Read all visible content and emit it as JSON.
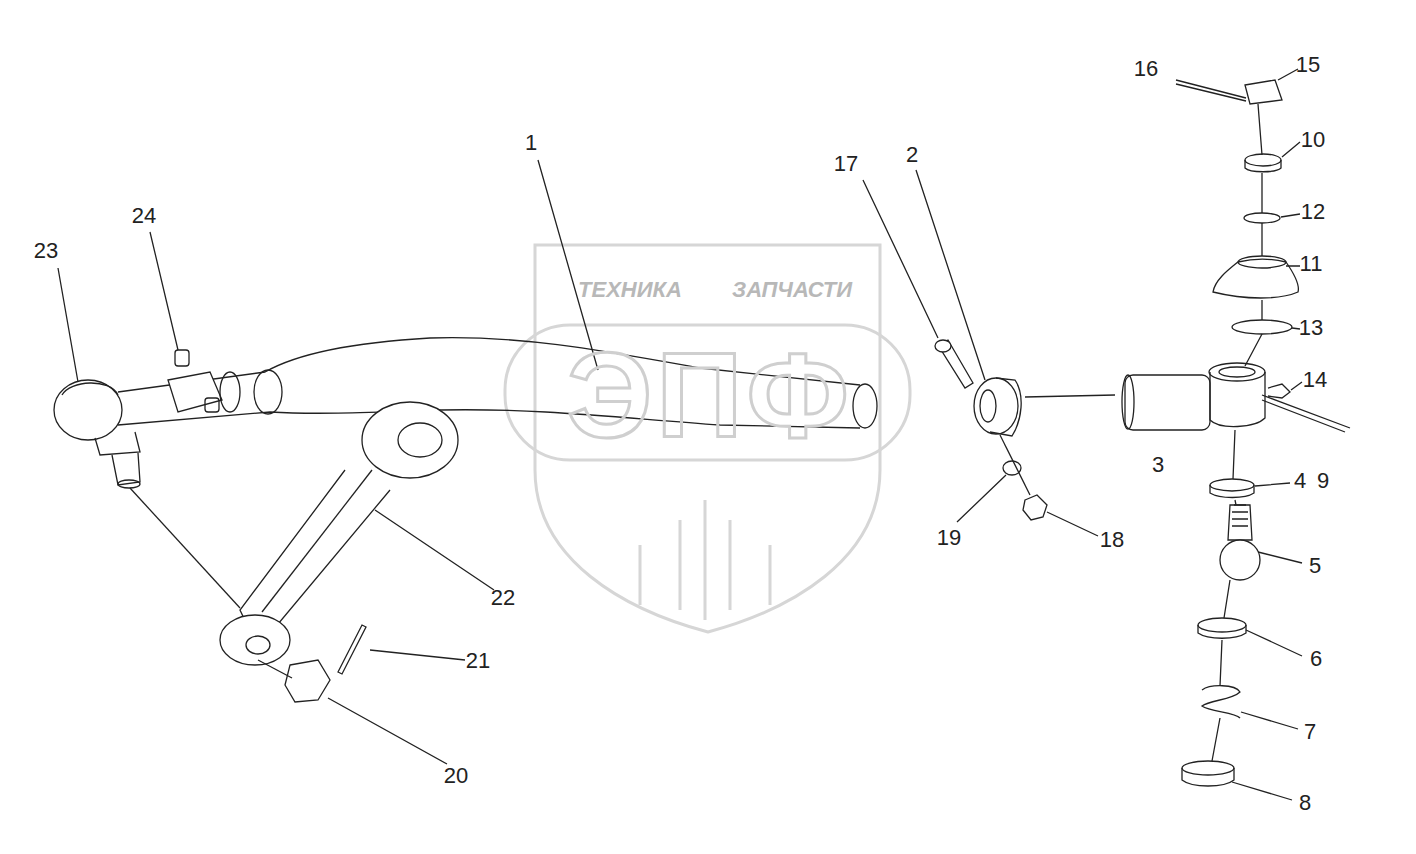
{
  "diagram": {
    "labels": [
      "ТЕХНИКА",
      "ЗАПЧАСТИ",
      "ЭПФ",
      "16",
      "15",
      "10",
      "1",
      "17",
      "2",
      "12",
      "24",
      "23",
      "11",
      "13",
      "14",
      "3",
      "4",
      "9",
      "19",
      "18",
      "5",
      "22",
      "6",
      "21",
      "7",
      "20",
      "8"
    ]
  }
}
